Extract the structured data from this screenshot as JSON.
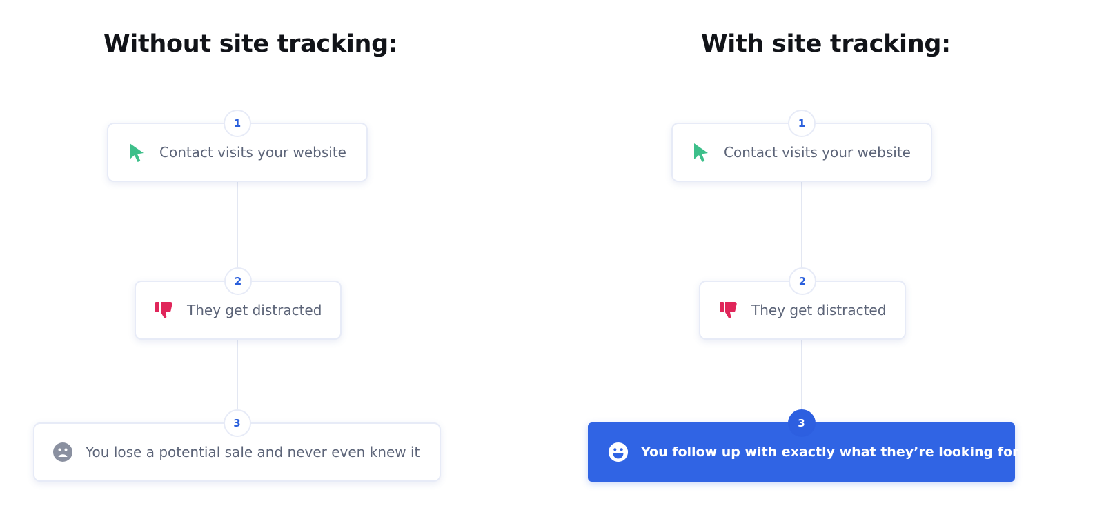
{
  "left": {
    "title": "Without site tracking:",
    "steps": [
      {
        "number": "1",
        "label": "Contact visits your website",
        "icon": "cursor-icon"
      },
      {
        "number": "2",
        "label": "They get distracted",
        "icon": "thumbs-down-icon"
      },
      {
        "number": "3",
        "label": "You lose a potential sale and never even knew it",
        "icon": "sad-face-icon"
      }
    ]
  },
  "right": {
    "title": "With site tracking:",
    "steps": [
      {
        "number": "1",
        "label": "Contact visits your website",
        "icon": "cursor-icon"
      },
      {
        "number": "2",
        "label": "They get distracted",
        "icon": "thumbs-down-icon"
      },
      {
        "number": "3",
        "label": "You follow up with exactly what they’re looking for",
        "icon": "happy-face-icon"
      }
    ]
  },
  "colors": {
    "accent_blue": "#3064e4",
    "cursor_green": "#3dbf8a",
    "thumbs_red": "#e0265a",
    "sad_gray": "#8a90a0",
    "connector": "#e3e7f2"
  }
}
